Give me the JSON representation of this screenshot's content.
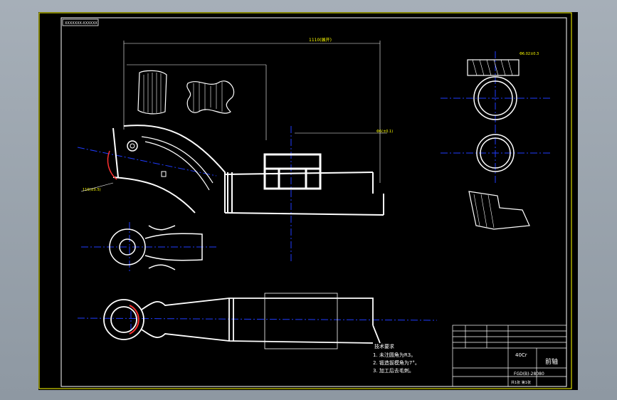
{
  "drawing": {
    "header_label": "XXXXXXX-XXXXXX",
    "dimension_top": "1110(展开)",
    "dimension_right": "Φ6(±0.1)",
    "dimension_mid": "Φ6.02±0.3",
    "dimension_left": "110(±0.5)",
    "tech_requirements": {
      "title": "技术要求",
      "items": [
        "1. 未注圆角为R3。",
        "2. 锻造拔模角为7°。",
        "3. 加工后去毛刺。"
      ]
    },
    "title_block": {
      "part_name": "前轴",
      "material": "40Cr",
      "drawing_number": "FGD(B)-28080",
      "scale_note": "共1张 第1张"
    }
  },
  "colors": {
    "sheet_bg": "#000000",
    "border": "#ffff00",
    "part_lines": "#ffffff",
    "center_lines": "#1f3cff",
    "hatch": "#ff3030"
  }
}
